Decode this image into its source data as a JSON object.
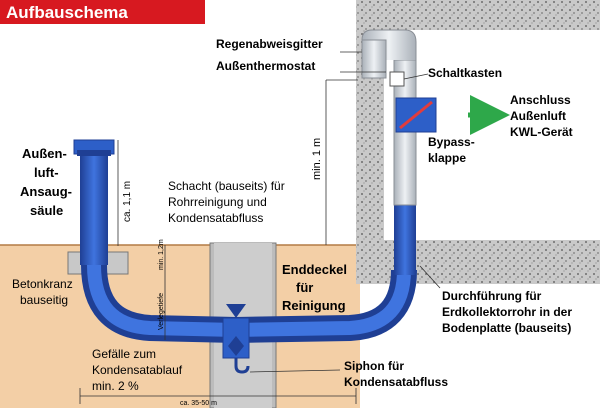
{
  "header": {
    "title": "Aufbauschema"
  },
  "labels": {
    "intake_line1": "Außen-",
    "intake_line2": "luft-",
    "intake_line3": "Ansaug-",
    "intake_line4": "säule",
    "dim_intake": "ca. 1,1 m",
    "rain_guard": "Regenabweisgitter",
    "outdoor_thermostat": "Außenthermostat",
    "dim_min1m": "min. 1 m",
    "control_box": "Schaltkasten",
    "connection_line1": "Anschluss",
    "connection_line2": "Außenluft",
    "connection_line3": "KWL-Gerät",
    "bypass_line1": "Bypass-",
    "bypass_line2": "klappe",
    "shaft_line1": "Schacht (bauseits) für",
    "shaft_line2": "Rohrreinigung und",
    "shaft_line3": "Kondensatabfluss",
    "concrete_line1": "Betonkranz",
    "concrete_line2": "bauseitig",
    "lid_line1": "Enddeckel",
    "lid_line2": "für",
    "lid_line3": "Reinigung",
    "depth_min": "min. 1,2m",
    "depth_label": "Verlegetiefe",
    "passthrough_line1": "Durchführung für",
    "passthrough_line2": "Erdkollektorrohr in der",
    "passthrough_line3": "Bodenplatte (bauseits)",
    "slope_line1": "Gefälle zum",
    "slope_line2": "Kondensatablauf",
    "slope_line3": "min. 2 %",
    "siphon_line1": "Siphon für",
    "siphon_line2": "Kondensatabfluss",
    "dim_length": "ca. 35-50 m"
  },
  "colors": {
    "header_red": "#d71920",
    "pipe_blue": "#2d5fc8",
    "pipe_dark": "#1f3f94",
    "soil": "#f3cfa6",
    "soil_line": "#b37c45",
    "concrete": "#c8c8c8",
    "shaft_grey": "#bcbcbc",
    "arrow_green": "#2ea84a",
    "bypass_red": "#e23c3c"
  },
  "icons": [
    "arrow-right-icon",
    "rain-guard-icon",
    "siphon-icon"
  ]
}
